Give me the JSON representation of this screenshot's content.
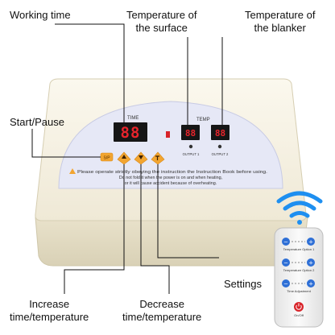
{
  "callouts": {
    "working_time": "Working time",
    "temp_surface": [
      "Temperature of",
      "the surface"
    ],
    "temp_blanket": [
      "Temperature of",
      "the blanker"
    ],
    "start_pause": "Start/Pause",
    "settings": "Settings",
    "increase": [
      "Increase",
      "time/temperature"
    ],
    "decrease": [
      "Decrease",
      "time/temperature"
    ]
  },
  "device": {
    "time_label": "TIME",
    "temp_label": "TEMP",
    "time_display": "88",
    "temp1_display": "88",
    "temp2_display": "88",
    "output1_label": "OUTPUT 1",
    "output2_label": "OUTPUT 2",
    "start_button_label": "S/P",
    "warning_lines": [
      "Please operate strictly obeying the instruction the Instruction Book before using.",
      "Do not fold it when the power is on and when heating,",
      "or it will cause accident because of overheating."
    ]
  },
  "remote": {
    "option1_label": "Temperature Option 1",
    "option2_label": "Temperature Option 2",
    "adjust_label": "Time Adjustment",
    "power_label": "On/Off"
  },
  "colors": {
    "display_red": "#e8242c",
    "button_orange": "#f2a530",
    "panel_blue": "#e6e8f6",
    "wifi_blue": "#1e8ff0",
    "remote_blue": "#2e6fd6",
    "power_red": "#d8242a"
  }
}
